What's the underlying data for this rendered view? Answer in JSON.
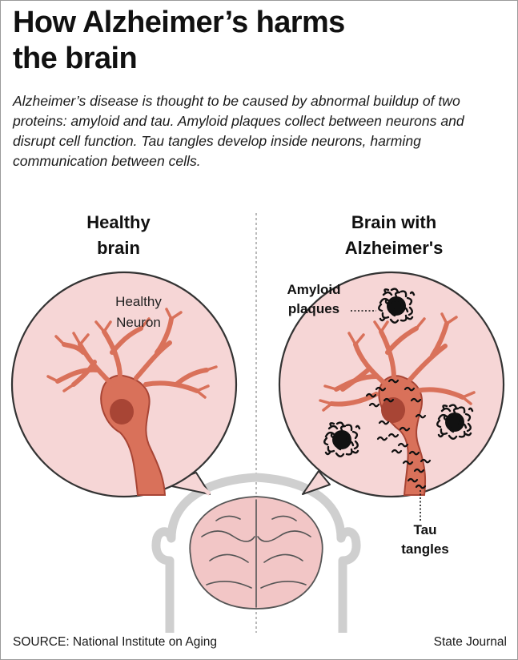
{
  "header": {
    "title_line1": "How Alzheimer’s harms",
    "title_line2": "the brain"
  },
  "intro_text": "Alzheimer’s disease is thought to be caused by abnormal buildup of two proteins: amyloid and tau. Amyloid plaques collect between neurons and disrupt cell function. Tau tangles develop inside neurons, harming communication between cells.",
  "healthy_panel": {
    "heading_line1": "Healthy",
    "heading_line2": "brain",
    "neuron_label_line1": "Healthy",
    "neuron_label_line2": "Neuron"
  },
  "alzheimers_panel": {
    "heading_line1": "Brain with",
    "heading_line2": "Alzheimer's",
    "amyloid_label_line1": "Amyloid",
    "amyloid_label_line2": "plaques",
    "tau_label_line1": "Tau",
    "tau_label_line2": "tangles"
  },
  "footer": {
    "source": "SOURCE: National Institute on Aging",
    "credit": "State Journal"
  },
  "colors": {
    "circle_fill": "#f6d6d6",
    "neuron_fill": "#d9715a",
    "nucleus_fill": "#a84535",
    "brain_fill": "#f2c6c6",
    "head_outline": "#cfcfcf",
    "plaque_color": "#111111"
  }
}
